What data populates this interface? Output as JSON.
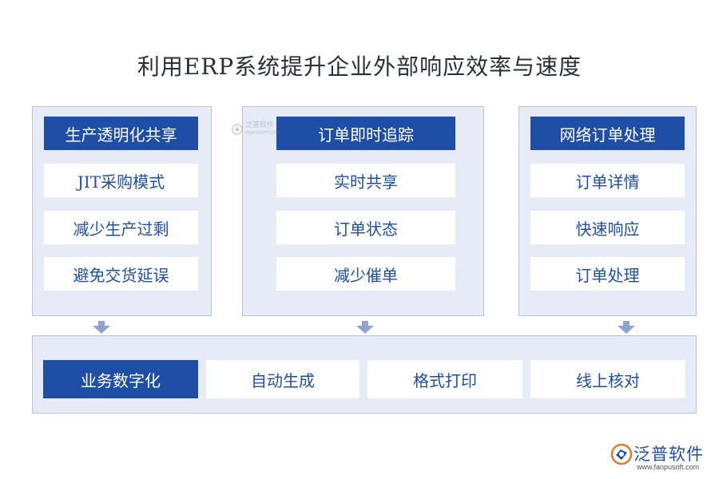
{
  "title": "利用ERP系统提升企业外部响应效率与速度",
  "columns": [
    {
      "header": "生产透明化共享",
      "items": [
        "JIT采购模式",
        "减少生产过剩",
        "避免交货延误"
      ]
    },
    {
      "header": "订单即时追踪",
      "items": [
        "实时共享",
        "订单状态",
        "减少催单"
      ]
    },
    {
      "header": "网络订单处理",
      "items": [
        "订单详情",
        "快速响应",
        "订单处理"
      ]
    }
  ],
  "bottom": {
    "main": "业务数字化",
    "items": [
      "自动生成",
      "格式打印",
      "线上核对"
    ]
  },
  "watermark": {
    "name": "泛普软件",
    "sub": "FANPUSOFT.COM"
  },
  "brand": {
    "name": "泛普软件",
    "url": "www.fanpusoft.com"
  },
  "colors": {
    "primary": "#1f4ea6",
    "panel": "#e7ebf5",
    "arrow": "#8fa5cf"
  }
}
